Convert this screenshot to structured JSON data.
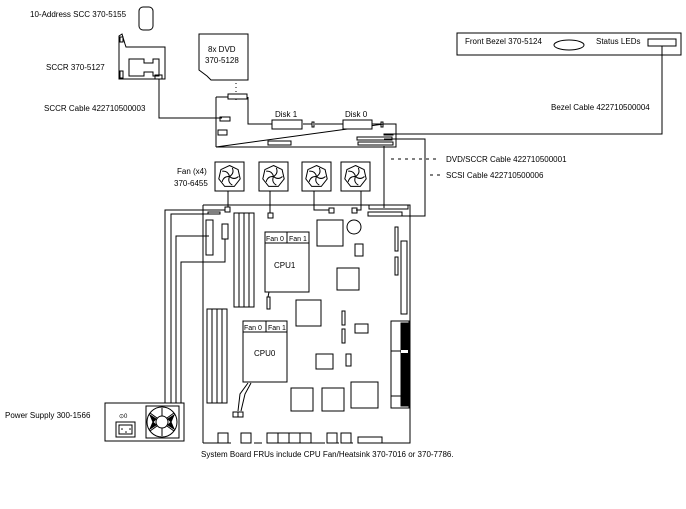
{
  "diagram": {
    "title": "System component and cable layout",
    "colors": {
      "line": "#000000",
      "background": "#ffffff"
    },
    "labels": {
      "scc": "10-Address SCC 370-5155",
      "sccr": "SCCR 370-5127",
      "sccr_cable": "SCCR Cable 422710500003",
      "dvd_line1": "8x DVD",
      "dvd_line2": "370-5128",
      "disk1": "Disk 1",
      "disk0": "Disk 0",
      "front_bezel": "Front Bezel 370-5124",
      "status_leds": "Status LEDs",
      "bezel_cable": "Bezel Cable 422710500004",
      "dvd_sccr_cable": "DVD/SCCR Cable 422710500001",
      "scsi_cable": "SCSI Cable 422710500006",
      "fan_line1": "Fan (x4)",
      "fan_line2": "370-6455",
      "cpu1": "CPU1",
      "cpu0": "CPU0",
      "cpu1_fan0": "Fan 0",
      "cpu1_fan1": "Fan 1",
      "cpu0_fan0": "Fan 0",
      "cpu0_fan1": "Fan 1",
      "power_supply": "Power Supply 300-1566",
      "psu_switch": "⊙0",
      "footer_note": "System Board FRUs include CPU Fan/Heatsink 370-7016 or 370-7786."
    },
    "components": [
      {
        "name": "10-Address SCC",
        "part": "370-5155"
      },
      {
        "name": "SCCR",
        "part": "370-5127"
      },
      {
        "name": "8x DVD",
        "part": "370-5128"
      },
      {
        "name": "Front Bezel",
        "part": "370-5124"
      },
      {
        "name": "Fan (x4)",
        "part": "370-6455"
      },
      {
        "name": "Power Supply",
        "part": "300-1566"
      }
    ],
    "cables": [
      {
        "name": "SCCR Cable",
        "part": "422710500003"
      },
      {
        "name": "Bezel Cable",
        "part": "422710500004"
      },
      {
        "name": "DVD/SCCR Cable",
        "part": "422710500001"
      },
      {
        "name": "SCSI Cable",
        "part": "422710500006"
      }
    ]
  }
}
